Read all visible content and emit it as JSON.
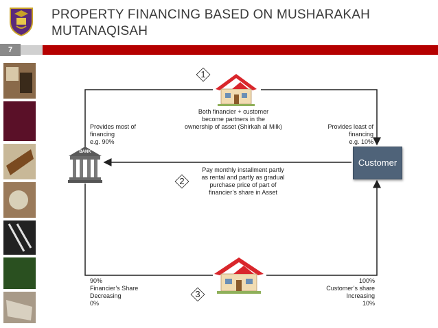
{
  "slide": {
    "title": "PROPERTY FINANCING BASED ON MUSHARAKAH MUTANAQISAH",
    "number": "7"
  },
  "diagram": {
    "step1": {
      "number": "1",
      "text": [
        "Both financier + customer",
        "become partners in the",
        "ownership of asset (Shirkah al Milk)"
      ]
    },
    "step2": {
      "number": "2",
      "text": [
        "Pay monthly installment partly",
        "as rental and partly as gradual",
        "purchase price of part of",
        "financier’s share in Asset"
      ]
    },
    "step3": {
      "number": "3"
    },
    "financier_note": [
      "Provides most of",
      "financing",
      "e.g. 90%"
    ],
    "customer_note": [
      "Provides least of",
      "financing",
      "e.g. 10%"
    ],
    "financier_share": [
      "90%",
      "Financier’s Share",
      "Decreasing",
      "0%"
    ],
    "customer_share": [
      "100%",
      "Customer’s share",
      "Increasing",
      "10%"
    ],
    "bank_label": "BANK",
    "customer_label": "Customer"
  },
  "colors": {
    "accent_red": "#b50000",
    "customer_box": "#4f6379",
    "roof_red": "#d9262b"
  },
  "icons": [
    "university-logo",
    "house-icon",
    "bank-icon"
  ]
}
